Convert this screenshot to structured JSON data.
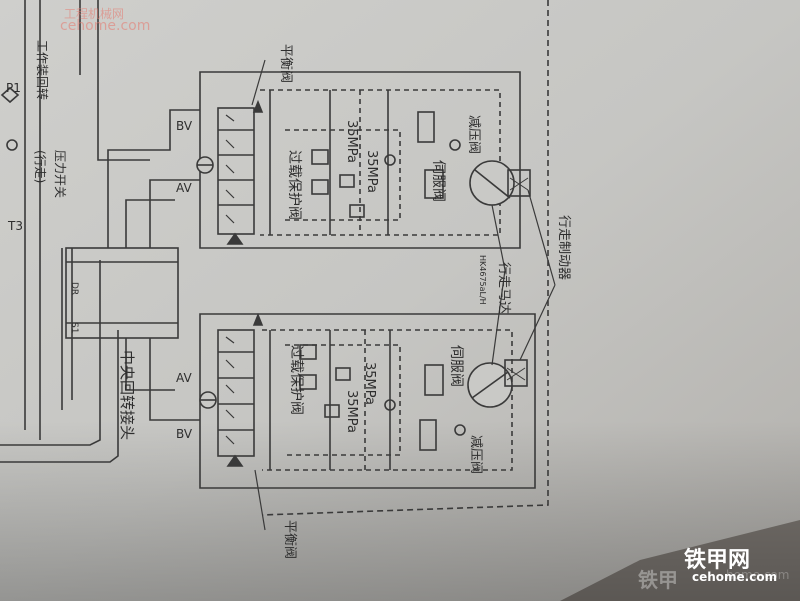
{
  "labels": {
    "balance_valve_top": "平衡阀",
    "balance_valve_bottom": "平衡阀",
    "overload_valve_top": "过载保护阀",
    "overload_valve_bottom": "过载保护阀",
    "pressure_35_a": "35MPa",
    "pressure_35_b": "35MPa",
    "pressure_35_c": "35MPa",
    "pressure_35_d": "35MPa",
    "servo_valve_top": "伺服阀",
    "servo_valve_bottom": "伺服阀",
    "reducing_valve_top": "减压阀",
    "reducing_valve_bottom": "减压阀",
    "travel_motor": "行走马达",
    "travel_brake": "行走制动器",
    "motor_code": "HK4675aL/H",
    "bv_top": "BV",
    "av_top": "AV",
    "av_bottom": "AV",
    "bv_bottom": "BV",
    "center_joint": "中央回转接头",
    "port_p1": "P1",
    "port_t3": "T3",
    "port_dr": "DR",
    "port_s1": "S1",
    "left_work_circuit": "工作装回转",
    "left_pressure_switch": "压力开关",
    "left_travel": "(行走)"
  },
  "watermark": {
    "corner": "铁甲网",
    "corner_faded": "铁甲",
    "url": "cehome.com",
    "url_faded": "home.com",
    "top_left": "工程机械网",
    "top_left_url": "cehome.com"
  },
  "colors": {
    "paper": "#c9c9c6",
    "ink": "#3a3a3a",
    "background": "#7a7570"
  }
}
